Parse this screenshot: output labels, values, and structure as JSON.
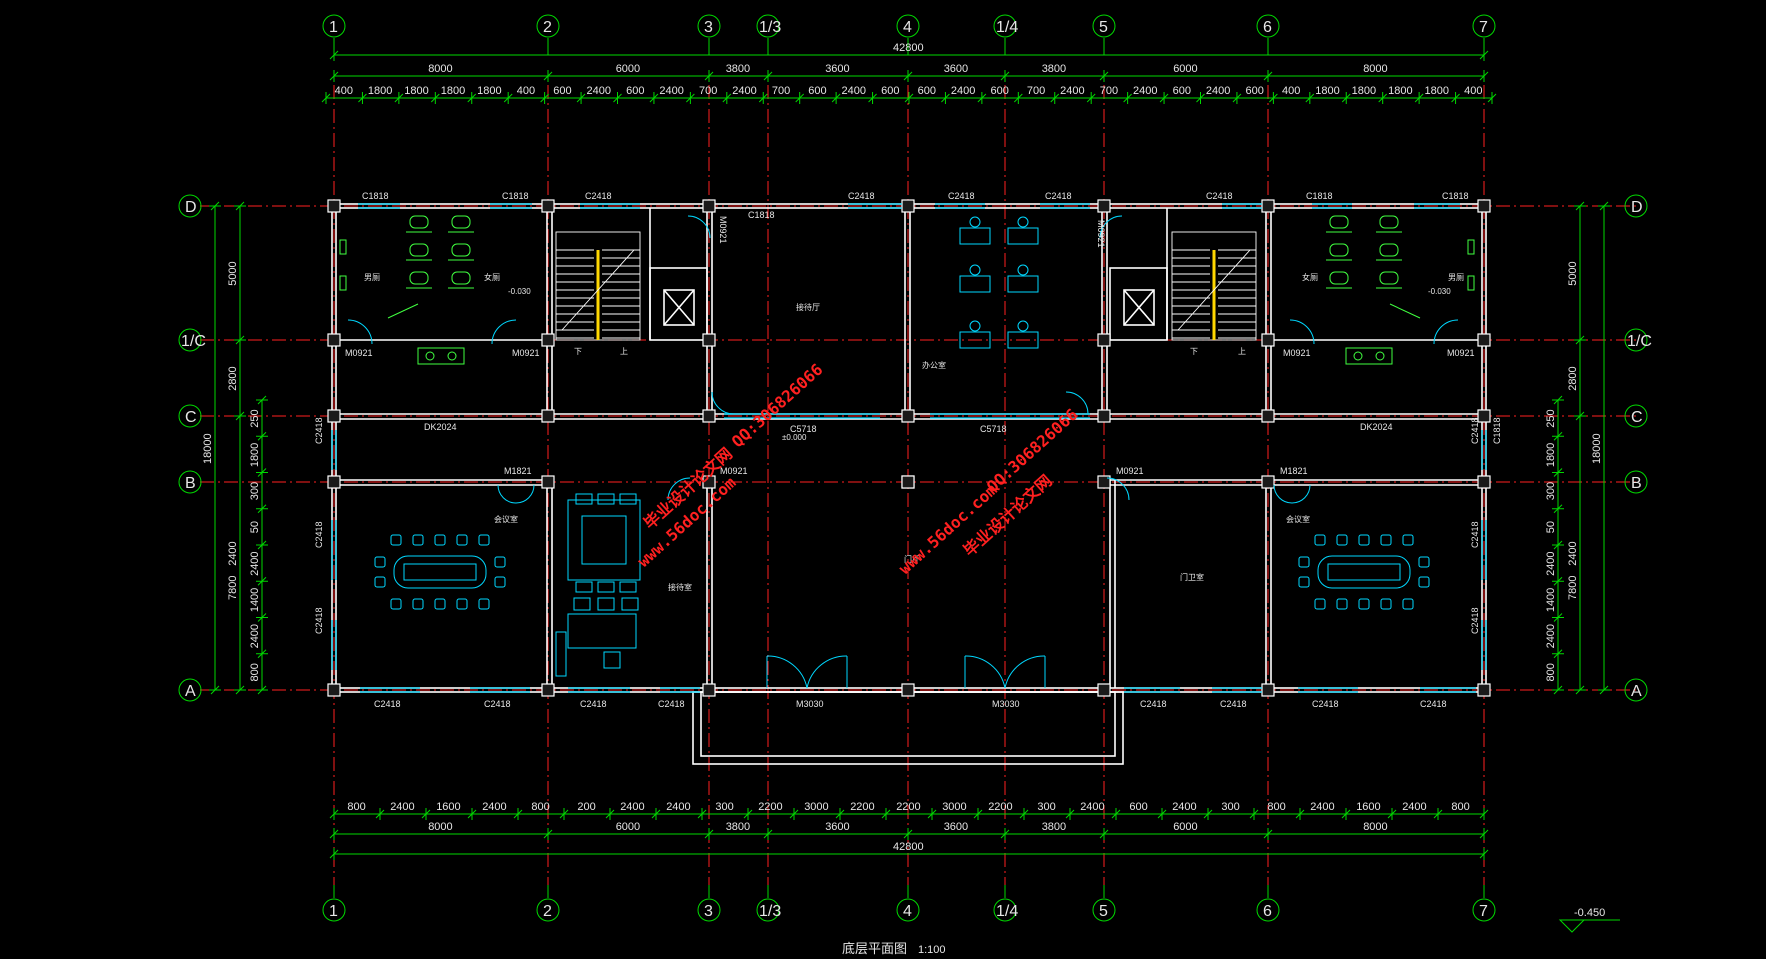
{
  "drawing": {
    "title": "底层平面图",
    "scale": "1:100",
    "ground_level": "-0.450",
    "floor_level": "±0.000"
  },
  "axes": {
    "vertical": [
      "1",
      "2",
      "3",
      "1/3",
      "4",
      "1/4",
      "5",
      "6",
      "7"
    ],
    "horizontal": [
      "D",
      "1/C",
      "C",
      "B",
      "A"
    ]
  },
  "dimensions": {
    "top_total": "42800",
    "top_major": [
      "8000",
      "6000",
      "3800",
      "3600",
      "3600",
      "3800",
      "6000",
      "8000"
    ],
    "top_detail": [
      "400",
      "1800",
      "1800",
      "1800",
      "1800",
      "400",
      "600",
      "2400",
      "600",
      "2400",
      "700",
      "2400",
      "700",
      "600",
      "2400",
      "600",
      "600",
      "2400",
      "600",
      "700",
      "2400",
      "700",
      "2400",
      "600",
      "2400",
      "600",
      "400",
      "1800",
      "1800",
      "1800",
      "1800",
      "400"
    ],
    "bottom_total": "42800",
    "bottom_major": [
      "8000",
      "6000",
      "3800",
      "3600",
      "3600",
      "3800",
      "6000",
      "8000"
    ],
    "bottom_detail": [
      "800",
      "2400",
      "1600",
      "2400",
      "800",
      "200",
      "2400",
      "2400",
      "300",
      "2200",
      "3000",
      "2200",
      "2200",
      "3000",
      "2200",
      "300",
      "2400",
      "600",
      "2400",
      "300",
      "800",
      "2400",
      "1600",
      "2400",
      "800"
    ],
    "side_total": "18000",
    "side_parts": [
      "5000",
      "2800",
      "2400",
      "7800"
    ],
    "side_detail": [
      "250",
      "1800",
      "300",
      "50",
      "2400",
      "1400",
      "2400",
      "800"
    ]
  },
  "labels": {
    "windows": [
      "C1818",
      "C1818",
      "C2418",
      "C2418",
      "C2418",
      "C2418",
      "C2418",
      "C1818",
      "C1818",
      "C2418",
      "C2418",
      "C2418",
      "C2418",
      "C2418",
      "C2418",
      "C2418",
      "C2418",
      "C2418",
      "C2418",
      "C2418",
      "C2418",
      "C2418",
      "C2418",
      "C1818",
      "C1818"
    ],
    "doors": [
      "M0921",
      "M0921",
      "M0921",
      "M0921",
      "M0921",
      "M0921",
      "M0921",
      "M0921",
      "M1821",
      "M1821",
      "M3030",
      "M3030",
      "C5718",
      "C5718",
      "DK2024",
      "DK2024"
    ],
    "rooms": [
      "男厕",
      "女厕",
      "女厕",
      "男厕",
      "接待厅",
      "办公室",
      "会议室",
      "会议室",
      "接待室",
      "门厅",
      "门卫室"
    ],
    "stair": [
      "下",
      "上",
      "下",
      "上"
    ],
    "level_wc": "-0.030"
  },
  "watermarks": [
    "毕业设计论文网",
    "www.56doc.com",
    "QQ:306826066"
  ],
  "colors": {
    "background": "#000000",
    "wall": "#ffffff",
    "grid_axis": "#ff2020",
    "dimension": "#00e000",
    "furniture": "#00d8ff",
    "wc": "#40ff40",
    "stair_rail": "#ffd700",
    "watermark": "#ff2020"
  }
}
